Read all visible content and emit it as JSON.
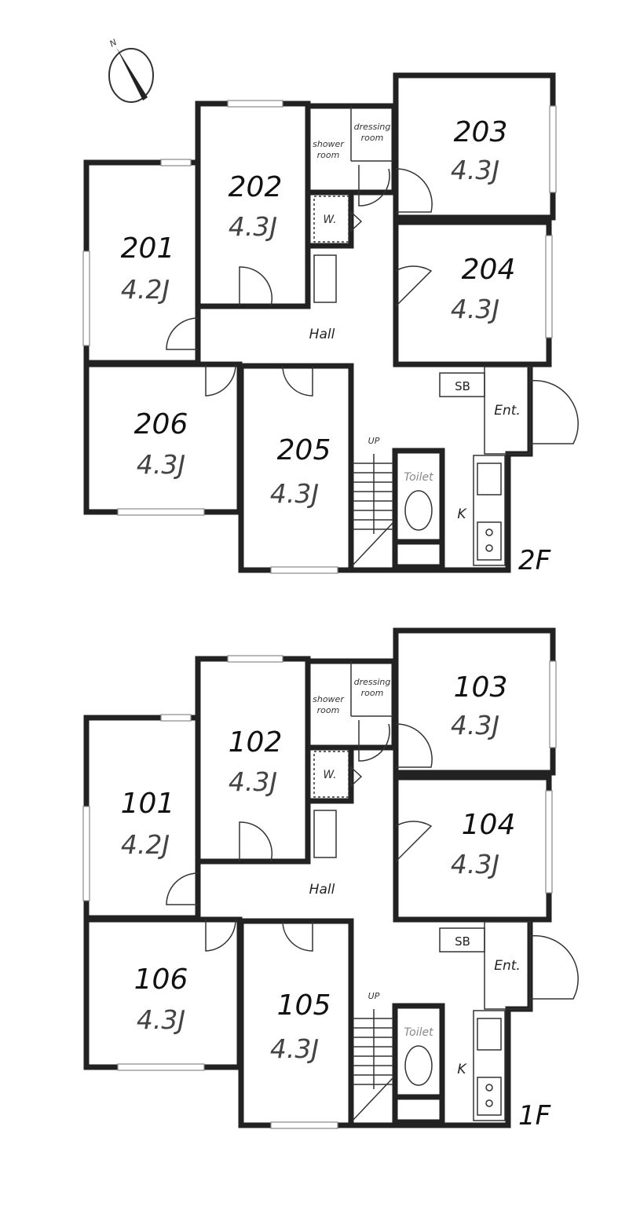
{
  "compass": {
    "label": "N"
  },
  "floors": [
    {
      "floor_label": "2F",
      "rooms": [
        {
          "number": "201",
          "size": "4.2J"
        },
        {
          "number": "202",
          "size": "4.3J"
        },
        {
          "number": "203",
          "size": "4.3J"
        },
        {
          "number": "204",
          "size": "4.3J"
        },
        {
          "number": "205",
          "size": "4.3J"
        },
        {
          "number": "206",
          "size": "4.3J"
        }
      ],
      "shower": [
        "shower",
        "room"
      ],
      "dressing": [
        "dressing",
        "room"
      ],
      "washer": "W.",
      "hall": "Hall",
      "sb": "SB",
      "entrance": "Ent.",
      "up": "UP",
      "toilet": "Toilet",
      "kitchen": "K"
    },
    {
      "floor_label": "1F",
      "rooms": [
        {
          "number": "101",
          "size": "4.2J"
        },
        {
          "number": "102",
          "size": "4.3J"
        },
        {
          "number": "103",
          "size": "4.3J"
        },
        {
          "number": "104",
          "size": "4.3J"
        },
        {
          "number": "105",
          "size": "4.3J"
        },
        {
          "number": "106",
          "size": "4.3J"
        }
      ],
      "shower": [
        "shower",
        "room"
      ],
      "dressing": [
        "dressing",
        "room"
      ],
      "washer": "W.",
      "hall": "Hall",
      "sb": "SB",
      "entrance": "Ent.",
      "up": "UP",
      "toilet": "Toilet",
      "kitchen": "K"
    }
  ]
}
